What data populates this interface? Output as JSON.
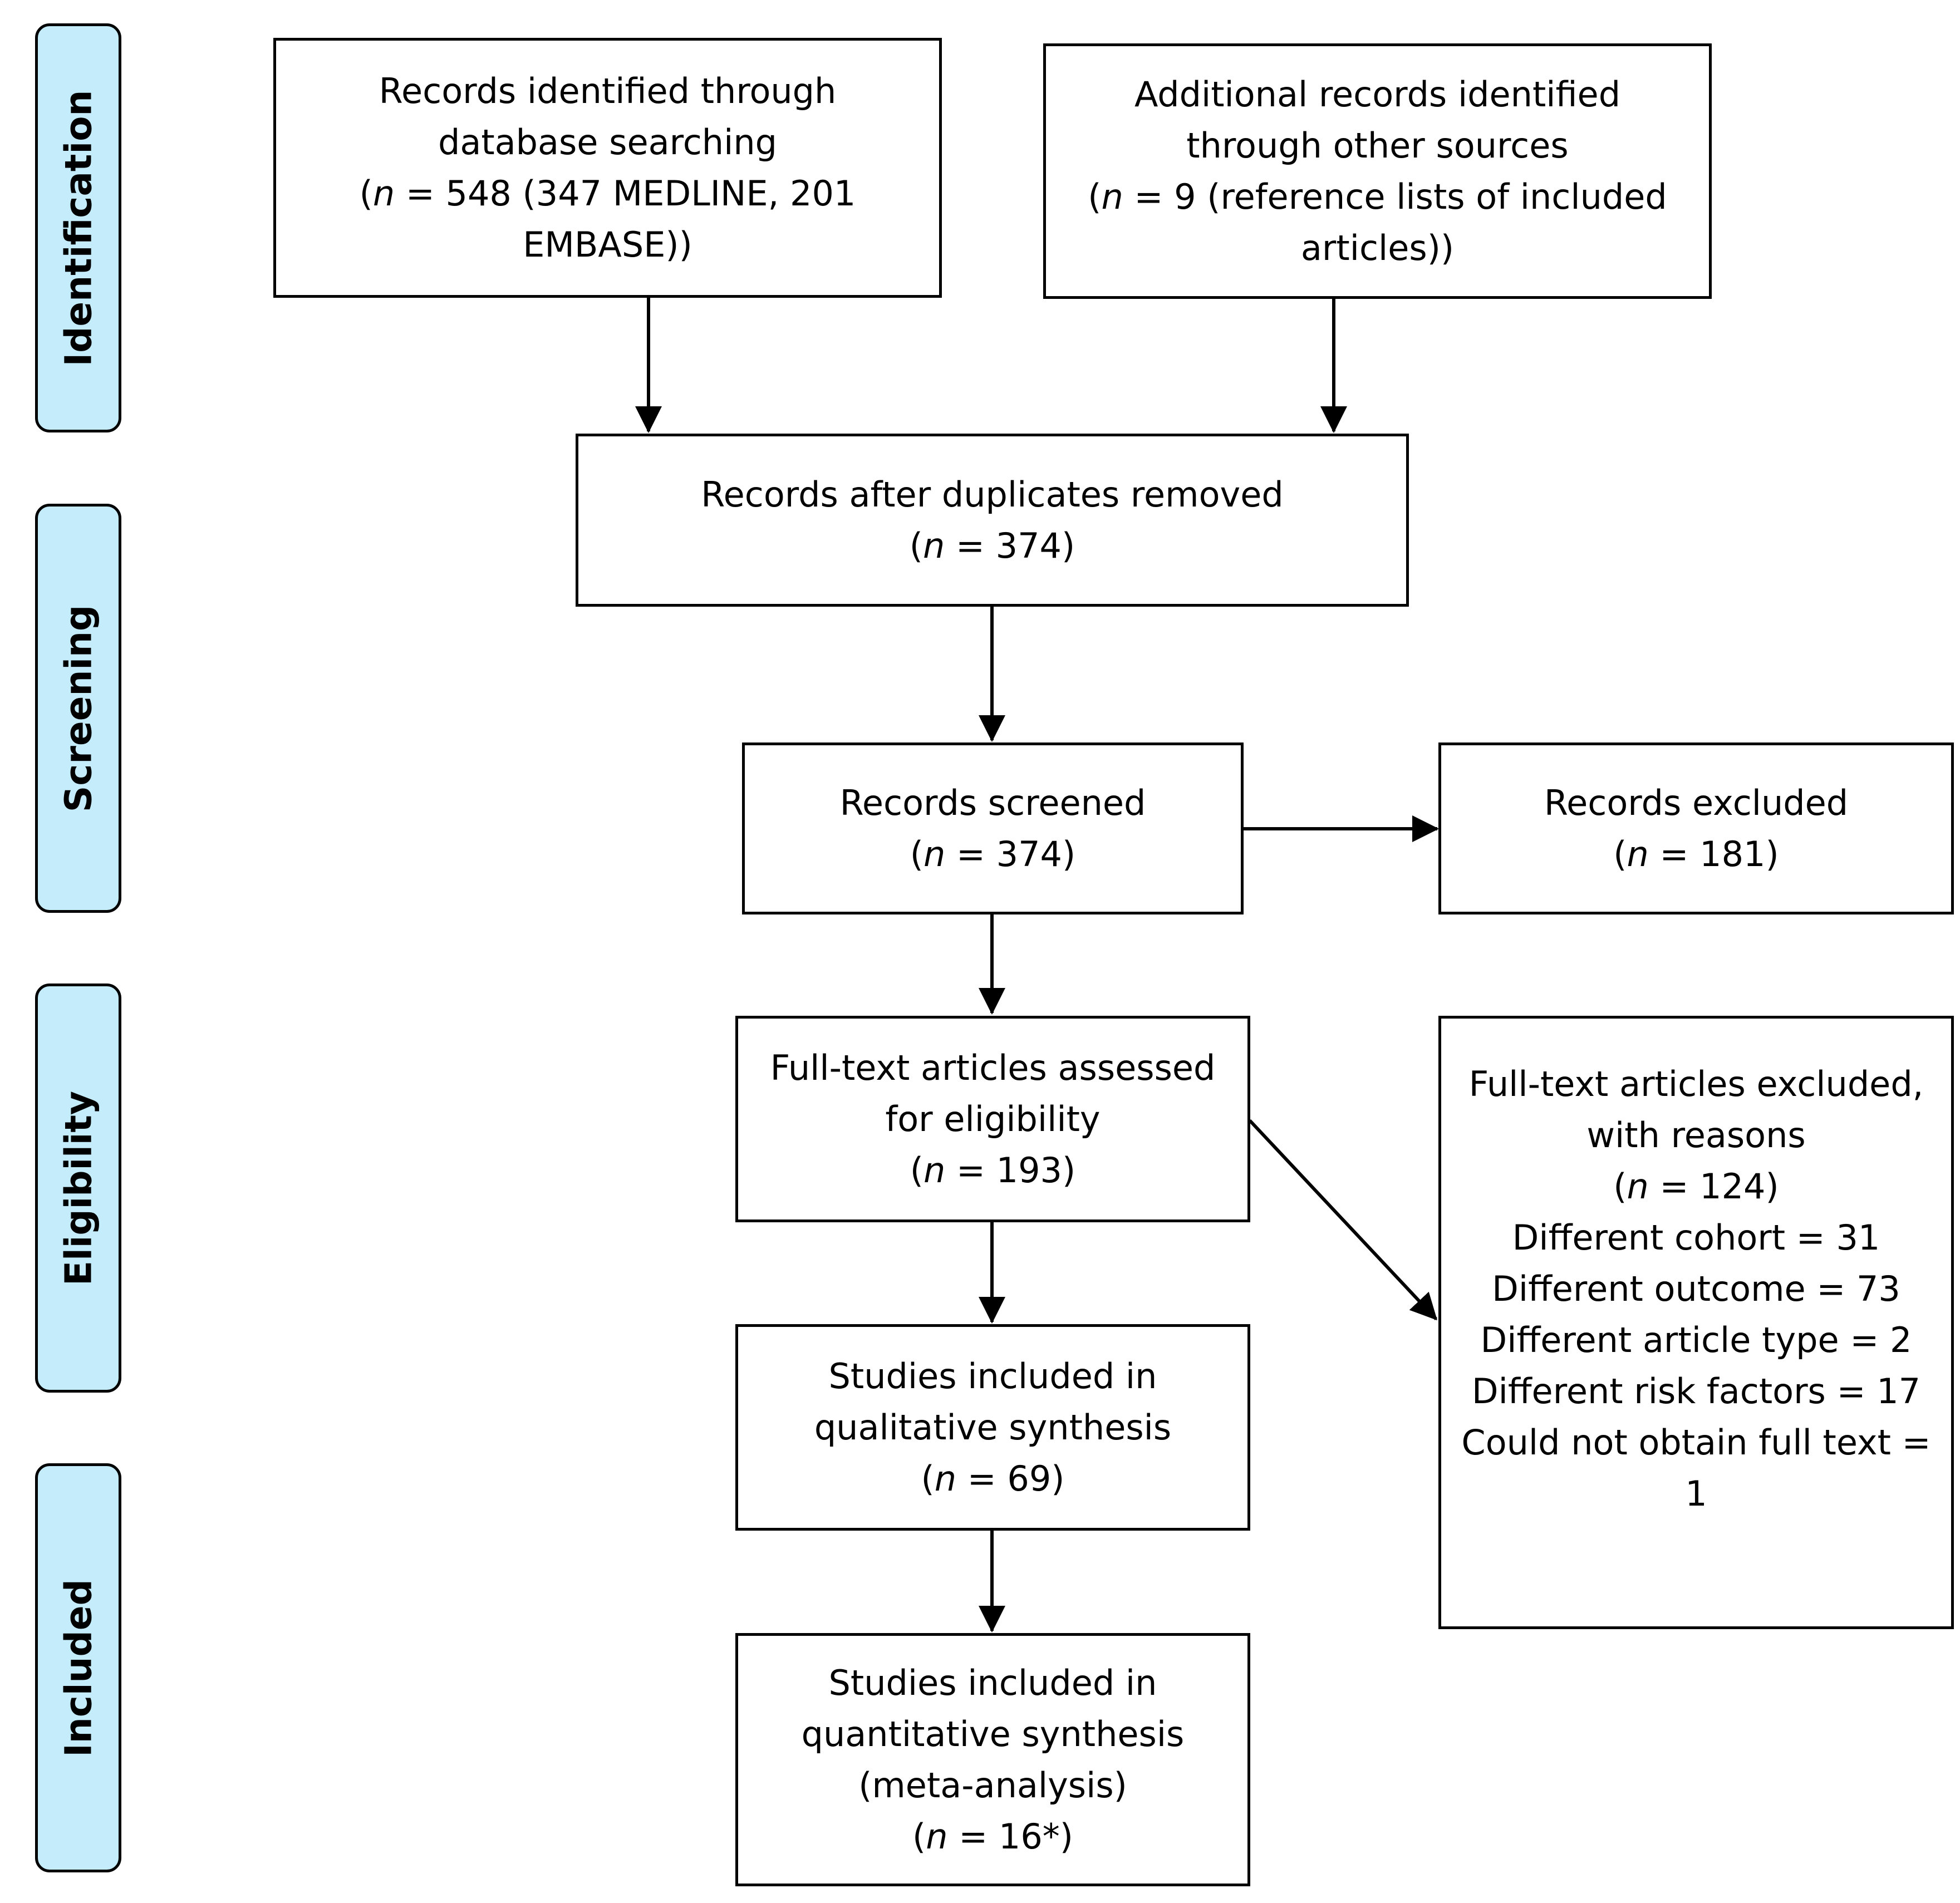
{
  "stages": {
    "identification": "Identification",
    "screening": "Screening",
    "eligibility": "Eligibility",
    "included": "Included"
  },
  "boxes": {
    "database_search": {
      "lines": [
        "Records identified through",
        "database searching",
        "(n = 548 (347 MEDLINE, 201",
        "EMBASE))"
      ]
    },
    "other_sources": {
      "lines": [
        "Additional records identified",
        "through other sources",
        "(n = 9 (reference lists of included",
        "articles))"
      ]
    },
    "after_duplicates": {
      "lines": [
        "Records after duplicates removed",
        "(n = 374)"
      ]
    },
    "screened": {
      "lines": [
        "Records screened",
        "(n = 374)"
      ]
    },
    "excluded": {
      "lines": [
        "Records excluded",
        "(n = 181)"
      ]
    },
    "fulltext_assessed": {
      "lines": [
        "Full-text articles assessed",
        "for eligibility",
        "(n = 193)"
      ]
    },
    "fulltext_excluded": {
      "lines": [
        "Full-text articles excluded,",
        "with reasons",
        "(n = 124)",
        "Different cohort = 31",
        "Different outcome = 73",
        "Different article type = 2",
        "Different risk factors = 17",
        "Could not obtain full text =",
        "1"
      ]
    },
    "qualitative": {
      "lines": [
        "Studies included in",
        "qualitative synthesis",
        "(n = 69)"
      ]
    },
    "quantitative": {
      "lines": [
        "Studies included in",
        "quantitative synthesis",
        "(meta-analysis)",
        "(n = 16*)"
      ]
    }
  }
}
